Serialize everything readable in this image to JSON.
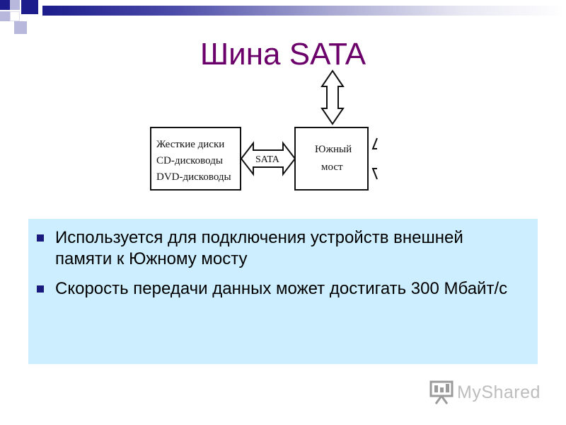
{
  "slide": {
    "title": "Шина SATA",
    "accent_colors": {
      "title": "#6b006b",
      "bar": "#1c1c8c",
      "panel": "#cceeff",
      "bullet": "#1a1a7e"
    }
  },
  "diagram": {
    "devices_box": {
      "lines": [
        "Жесткие диски",
        "CD-дисководы",
        "DVD-дисководы"
      ]
    },
    "bus_label": "SATA",
    "south_bridge": {
      "lines": [
        "Южный",
        "мост"
      ]
    }
  },
  "bullets": [
    "Используется для подключения устройств внешней памяти к Южному мосту",
    "Скорость передачи данных может достигать 300 Мбайт/с"
  ],
  "watermark": {
    "text": "MyShared",
    "icon": "presentation-board-icon"
  }
}
